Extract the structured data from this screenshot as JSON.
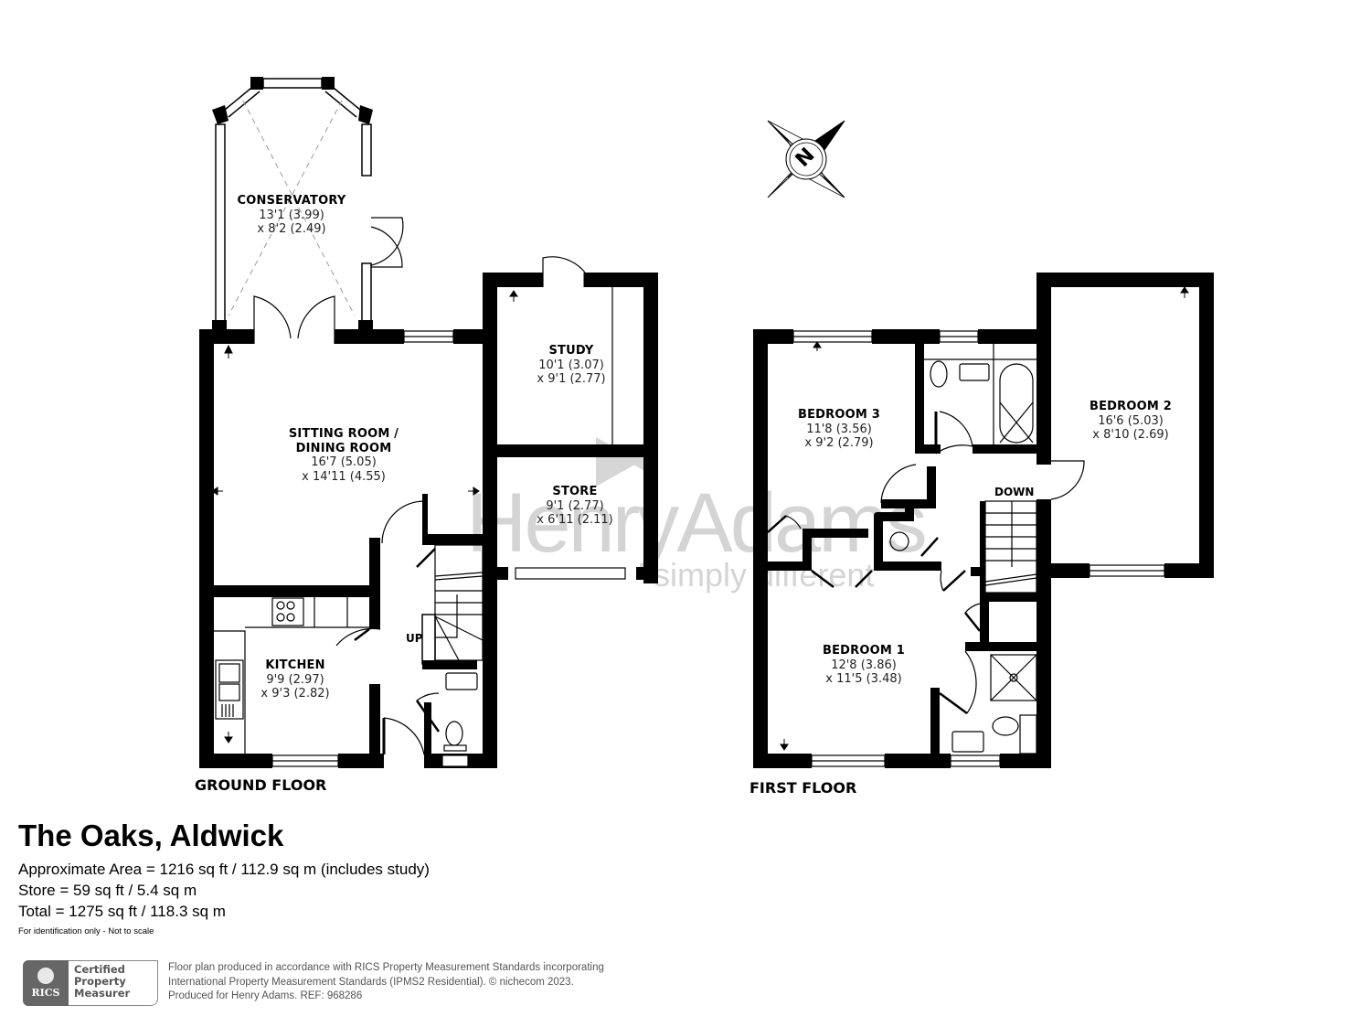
{
  "property": {
    "title": "The Oaks, Aldwick",
    "areas": [
      "Approximate Area = 1216 sq ft / 112.9 sq m (includes study)",
      "Store = 59 sq ft / 5.4 sq m",
      "Total = 1275 sq ft / 118.3 sq m"
    ],
    "disclaimer": "For identification only - Not to scale"
  },
  "floors": {
    "ground": {
      "label": "GROUND FLOOR",
      "stairs_label": "UP",
      "rooms": [
        {
          "name": "CONSERVATORY",
          "dim1": "13'1 (3.99)",
          "dim2": "x 8'2 (2.49)"
        },
        {
          "name_line1": "SITTING ROOM /",
          "name_line2": "DINING ROOM",
          "dim1": "16'7 (5.05)",
          "dim2": "x 14'11 (4.55)"
        },
        {
          "name": "STUDY",
          "dim1": "10'1 (3.07)",
          "dim2": "x 9'1 (2.77)"
        },
        {
          "name": "STORE",
          "dim1": "9'1 (2.77)",
          "dim2": "x 6'11 (2.11)"
        },
        {
          "name": "KITCHEN",
          "dim1": "9'9 (2.97)",
          "dim2": "x 9'3 (2.82)"
        }
      ]
    },
    "first": {
      "label": "FIRST FLOOR",
      "stairs_label": "DOWN",
      "rooms": [
        {
          "name": "BEDROOM 3",
          "dim1": "11'8 (3.56)",
          "dim2": "x 9'2 (2.79)"
        },
        {
          "name": "BEDROOM 2",
          "dim1": "16'6 (5.03)",
          "dim2": "x 8'10 (2.69)"
        },
        {
          "name": "BEDROOM 1",
          "dim1": "12'8 (3.86)",
          "dim2": "x 11'5 (3.48)"
        }
      ]
    }
  },
  "compass": {
    "icon": "compass-north-icon",
    "letter": "N"
  },
  "watermark": {
    "brand": "HenryAdams",
    "tagline": "simply different"
  },
  "footer": {
    "badge": {
      "logo_text": "RICS",
      "line1": "Certified",
      "line2": "Property",
      "line3": "Measurer"
    },
    "lines": [
      "Floor plan produced in accordance with RICS Property Measurement Standards incorporating",
      "International Property Measurement Standards (IPMS2 Residential).   © nichecom 2023.",
      "Produced for Henry Adams.   REF: 968286"
    ]
  }
}
